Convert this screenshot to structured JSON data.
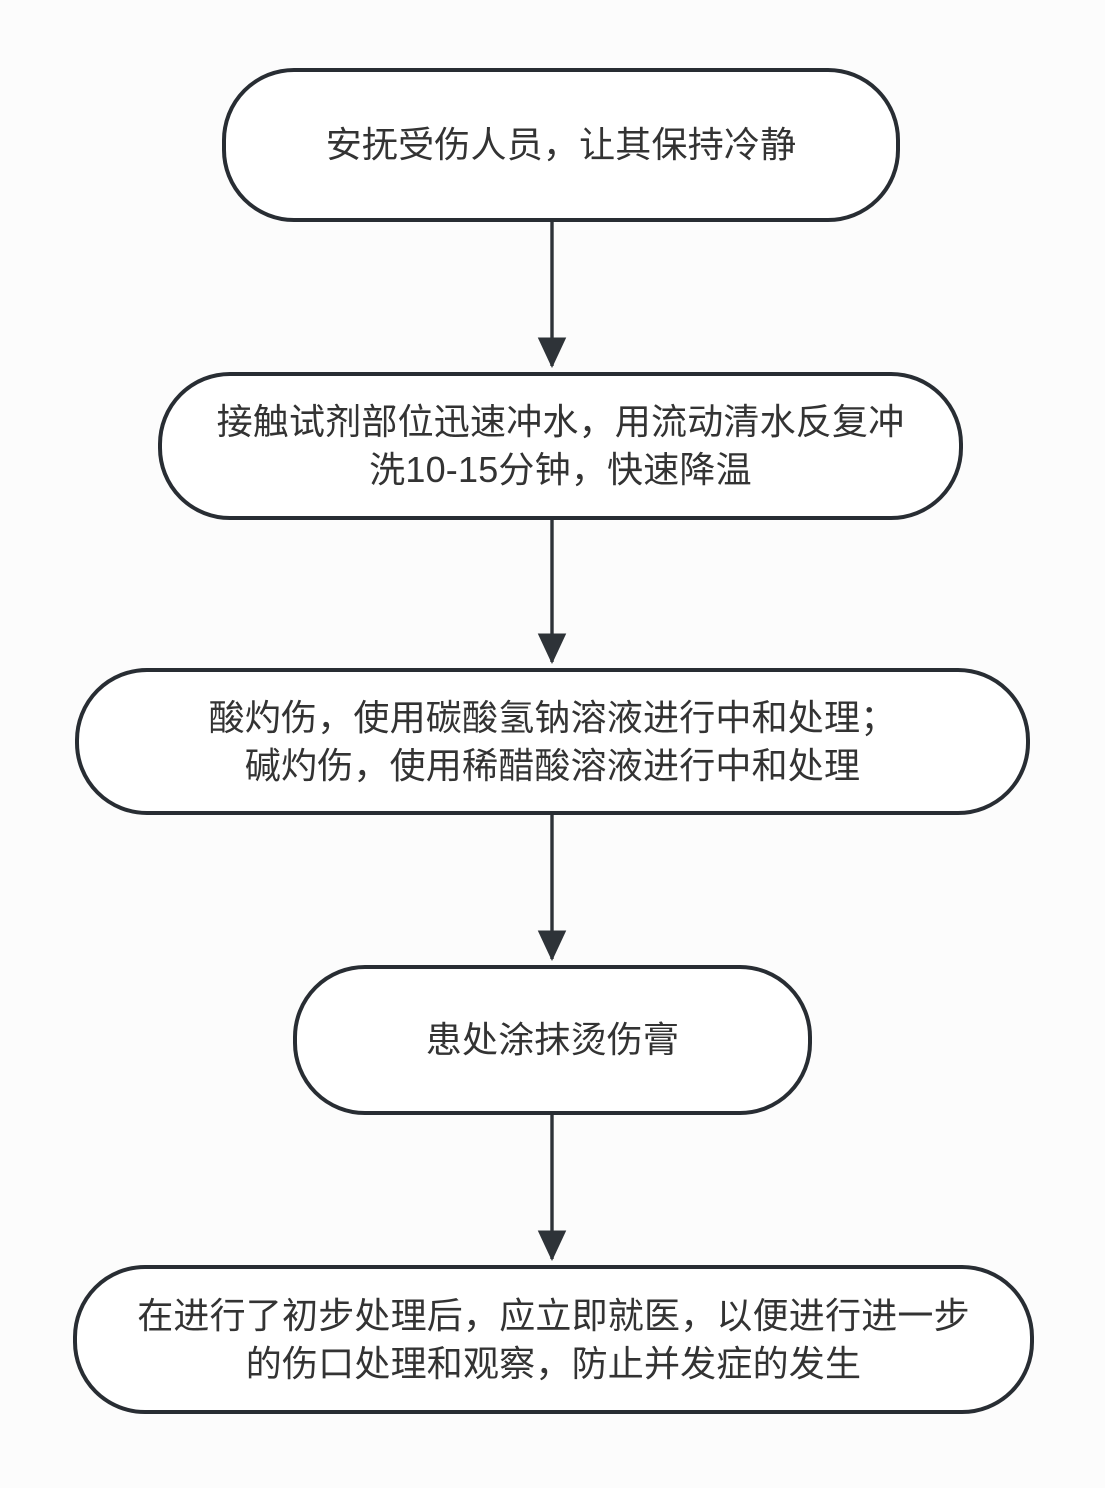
{
  "diagram": {
    "type": "flowchart",
    "orientation": "top-to-bottom",
    "background_color": "#fcfcfc",
    "node_fill_color": "#ffffff",
    "node_border_color": "#282d33",
    "text_color": "#333333",
    "connector_color": "#2e3338",
    "nodes": [
      {
        "id": "node-1",
        "shape": "stadium",
        "label": "安抚受伤人员，让其保持冷静"
      },
      {
        "id": "node-2",
        "shape": "stadium",
        "label": "接触试剂部位迅速冲水，用流动清水反复冲\n洗10-15分钟，快速降温"
      },
      {
        "id": "node-3",
        "shape": "stadium",
        "label": "酸灼伤，使用碳酸氢钠溶液进行中和处理；\n碱灼伤，使用稀醋酸溶液进行中和处理"
      },
      {
        "id": "node-4",
        "shape": "stadium",
        "label": "患处涂抹烫伤膏"
      },
      {
        "id": "node-5",
        "shape": "stadium",
        "label": "在进行了初步处理后，应立即就医，以便进行进一步\n的伤口处理和观察，防止并发症的发生"
      }
    ],
    "edges": [
      {
        "id": "edge-1-2",
        "from": "node-1",
        "to": "node-2",
        "label": "",
        "arrow": "filled-triangle"
      },
      {
        "id": "edge-2-3",
        "from": "node-2",
        "to": "node-3",
        "label": "",
        "arrow": "filled-triangle"
      },
      {
        "id": "edge-3-4",
        "from": "node-3",
        "to": "node-4",
        "label": "",
        "arrow": "filled-triangle"
      },
      {
        "id": "edge-4-5",
        "from": "node-4",
        "to": "node-5",
        "label": "",
        "arrow": "filled-triangle"
      }
    ]
  }
}
